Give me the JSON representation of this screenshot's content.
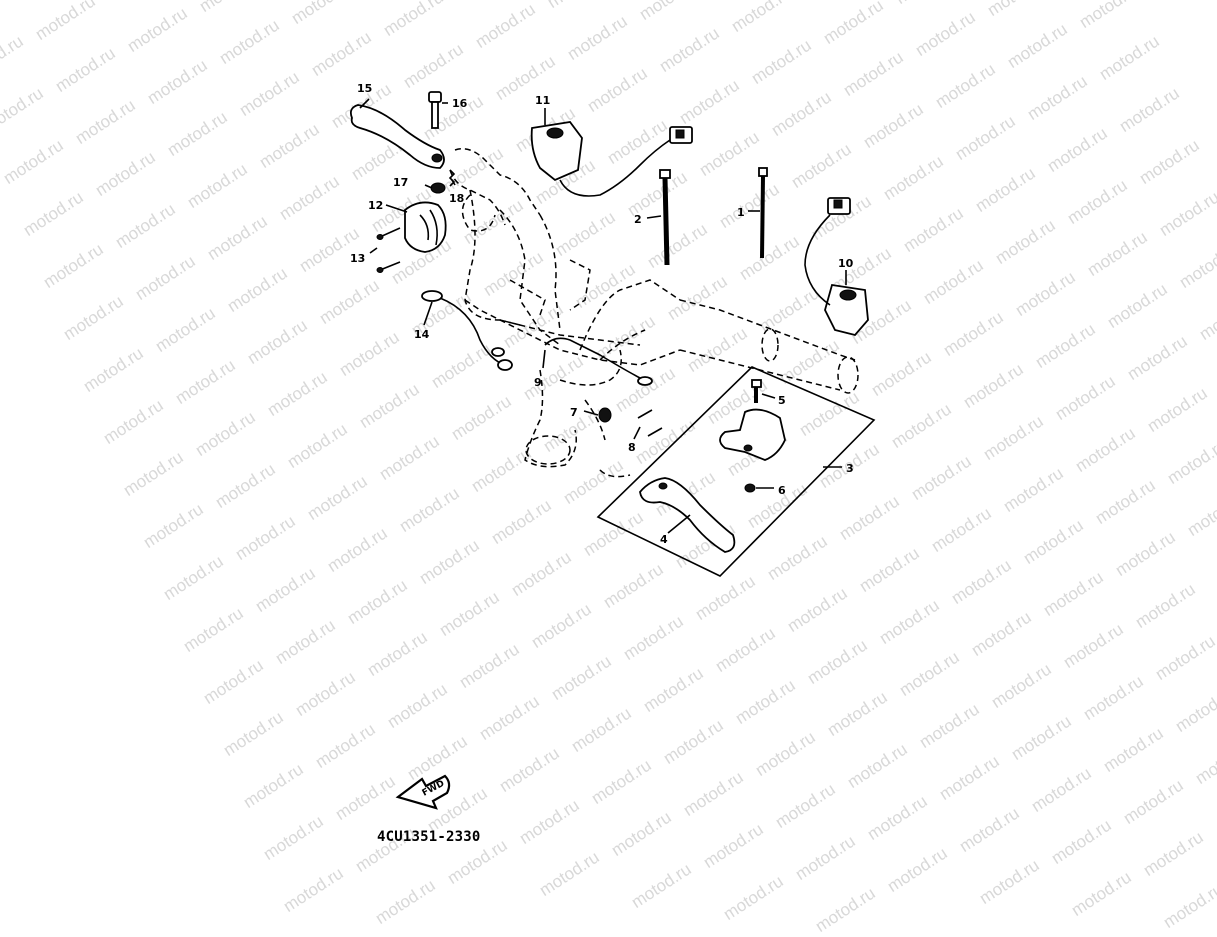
{
  "watermark": {
    "text": "motod.ru"
  },
  "diagram": {
    "code": "4CU1351-2330",
    "fwd_label": "FWD",
    "callouts": [
      {
        "id": "c1",
        "text": "1"
      },
      {
        "id": "c2",
        "text": "2"
      },
      {
        "id": "c3",
        "text": "3"
      },
      {
        "id": "c4",
        "text": "4"
      },
      {
        "id": "c5",
        "text": "5"
      },
      {
        "id": "c6",
        "text": "6"
      },
      {
        "id": "c7",
        "text": "7"
      },
      {
        "id": "c8",
        "text": "8"
      },
      {
        "id": "c9",
        "text": "9"
      },
      {
        "id": "c10",
        "text": "10"
      },
      {
        "id": "c11",
        "text": "11"
      },
      {
        "id": "c12",
        "text": "12"
      },
      {
        "id": "c13",
        "text": "13"
      },
      {
        "id": "c14",
        "text": "14"
      },
      {
        "id": "c15",
        "text": "15"
      },
      {
        "id": "c16",
        "text": "16"
      },
      {
        "id": "c17",
        "text": "17"
      },
      {
        "id": "c18",
        "text": "18"
      }
    ]
  }
}
